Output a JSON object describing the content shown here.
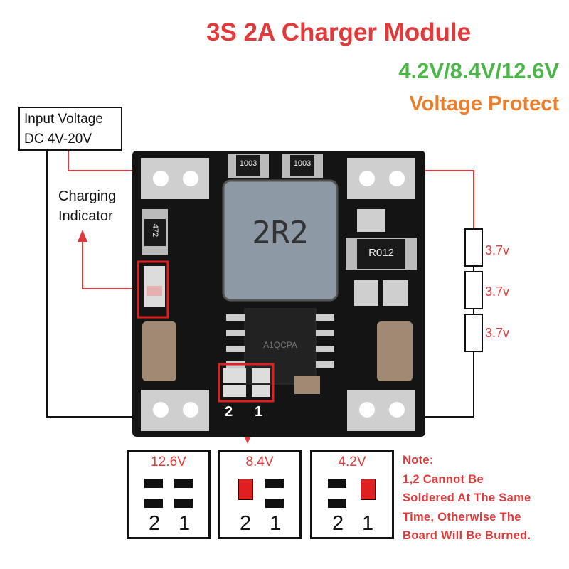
{
  "title": {
    "line1": "3S 2A Charger Module",
    "line2": "4.2V/8.4V/12.6V",
    "line3": "Voltage Protect"
  },
  "input": {
    "line1": "Input Voltage",
    "line2": "DC 4V-20V"
  },
  "indicator": {
    "line1": "Charging",
    "line2": "Indicator"
  },
  "cells": [
    "3.7v",
    "3.7v",
    "3.7v"
  ],
  "board": {
    "inductor": "2R2",
    "resistor_top_left": "1003",
    "resistor_top_right": "1003",
    "resistor_left": "472",
    "resistor_right": "R012",
    "chip": "A1QCPA",
    "pad_num_2": "2",
    "pad_num_1": "1"
  },
  "options": [
    {
      "label": "12.6V",
      "num2": "2",
      "num1": "1"
    },
    {
      "label": "8.4V",
      "num2": "2",
      "num1": "1"
    },
    {
      "label": "4.2V",
      "num2": "2",
      "num1": "1"
    }
  ],
  "note": {
    "lines": [
      "Note:",
      "1,2 Cannot Be",
      "Soldered At The Same",
      "Time, Otherwise The",
      "Board Will Be Burned."
    ]
  },
  "colors": {
    "accent_red": "#e03a3a",
    "accent_green": "#4cb648",
    "accent_orange": "#ee7d2a",
    "board": "#141414"
  }
}
